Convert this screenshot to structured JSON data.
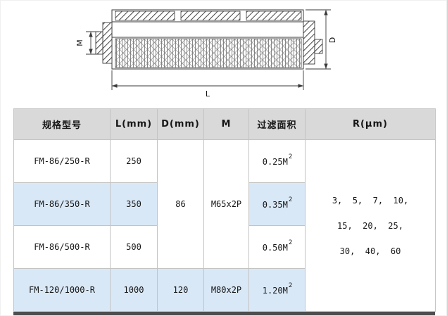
{
  "colors": {
    "header_bg": "#d9d9d9",
    "stripe_bg": "#d9e8f6"
  },
  "diagram": {
    "label_m": "M",
    "label_d": "D",
    "label_l": "L"
  },
  "table": {
    "headers": [
      "规格型号",
      "L(mm)",
      "D(mm)",
      "M",
      "过滤面积",
      "R(μm)"
    ],
    "rows": [
      {
        "model": "FM-86/250-R",
        "length": "250",
        "area": "0.25M"
      },
      {
        "model": "FM-86/350-R",
        "length": "350",
        "area": "0.35M"
      },
      {
        "model": "FM-86/500-R",
        "length": "500",
        "area": "0.50M"
      },
      {
        "model": "FM-120/1000-R",
        "length": "1000",
        "area": "1.20M"
      }
    ],
    "area_sup": "2",
    "d_group1": "86",
    "d_group2": "120",
    "m_group1": "M65x2P",
    "m_group2": "M80x2P",
    "r_lines": [
      "3,  5,  7,  10,",
      "15,  20,  25,",
      "30,  40,  60"
    ]
  }
}
